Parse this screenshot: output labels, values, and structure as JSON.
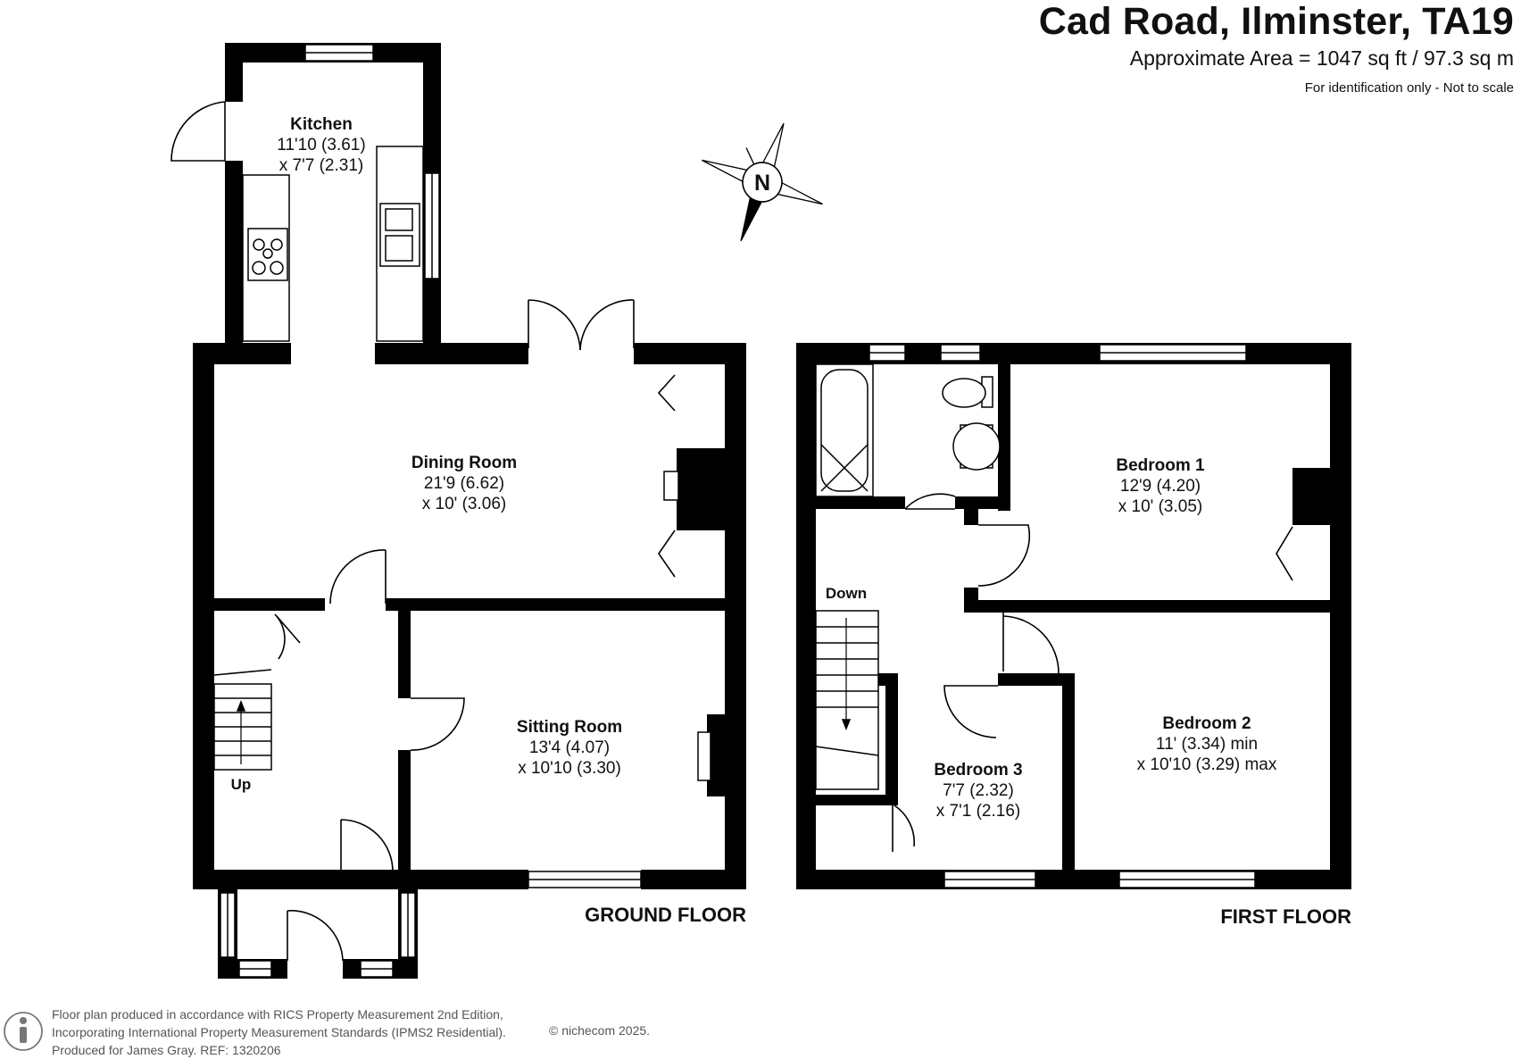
{
  "header": {
    "title": "Cad Road, Ilminster, TA19",
    "area": "Approximate Area = 1047 sq ft / 97.3 sq m",
    "note": "For identification only - Not to scale"
  },
  "compass": {
    "letter": "N"
  },
  "rooms": {
    "kitchen": {
      "name": "Kitchen",
      "dim1": "11'10 (3.61)",
      "dim2": "x 7'7 (2.31)"
    },
    "dining": {
      "name": "Dining Room",
      "dim1": "21'9 (6.62)",
      "dim2": "x 10' (3.06)"
    },
    "sitting": {
      "name": "Sitting Room",
      "dim1": "13'4 (4.07)",
      "dim2": "x 10'10 (3.30)"
    },
    "bedroom1": {
      "name": "Bedroom 1",
      "dim1": "12'9 (4.20)",
      "dim2": "x 10' (3.05)"
    },
    "bedroom2": {
      "name": "Bedroom 2",
      "dim1": "11' (3.34) min",
      "dim2": "x 10'10 (3.29) max"
    },
    "bedroom3": {
      "name": "Bedroom 3",
      "dim1": "7'7 (2.32)",
      "dim2": "x 7'1 (2.16)"
    }
  },
  "stairs": {
    "up": "Up",
    "down": "Down"
  },
  "floors": {
    "ground": "GROUND FLOOR",
    "first": "FIRST FLOOR"
  },
  "footer": {
    "line1": "Floor plan produced in accordance with RICS Property Measurement 2nd Edition,",
    "line2": "Incorporating International Property Measurement Standards (IPMS2 Residential).",
    "line3": "Produced for James Gray.   REF:   1320206",
    "copyright": "© nichecom 2025."
  }
}
